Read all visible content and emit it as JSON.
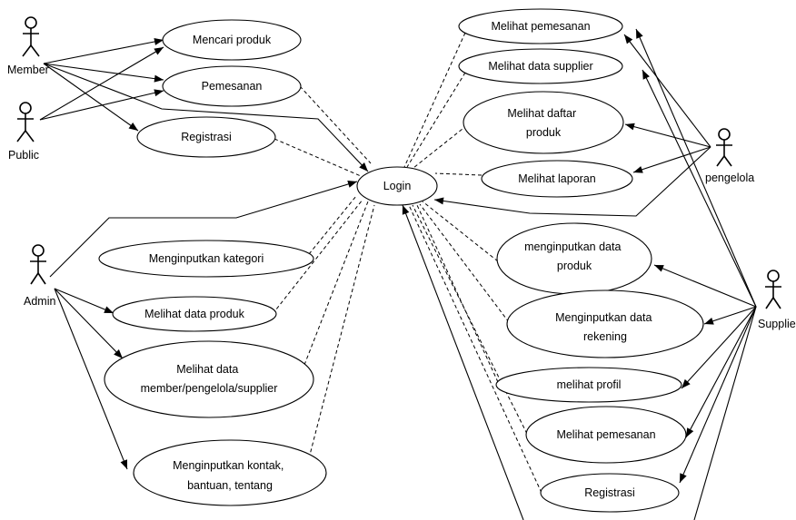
{
  "actors": {
    "member": "Member",
    "public": "Public",
    "admin": "Admin",
    "pengelola": "pengelola",
    "supplier": "Supplie"
  },
  "use_cases": {
    "mencari_produk": [
      "Mencari produk"
    ],
    "pemesanan": [
      "Pemesanan"
    ],
    "registrasi": [
      "Registrasi"
    ],
    "login": [
      "Login"
    ],
    "menginputkan_kategori": [
      "Menginputkan kategori"
    ],
    "melihat_data_produk": [
      "Melihat data produk"
    ],
    "melihat_data_member": [
      "Melihat data",
      "member/pengelola/supplier"
    ],
    "menginputkan_kontak": [
      "Menginputkan kontak,",
      "bantuan, tentang"
    ],
    "melihat_pemesanan_pengelola": [
      "Melihat pemesanan"
    ],
    "melihat_data_supplier": [
      "Melihat data supplier"
    ],
    "melihat_daftar_produk": [
      "Melihat daftar",
      "produk"
    ],
    "melihat_laporan": [
      "Melihat laporan"
    ],
    "menginputkan_data_produk": [
      "menginputkan data",
      "produk"
    ],
    "menginputkan_data_rekening": [
      "Menginputkan data",
      "rekening"
    ],
    "melihat_profil": [
      "melihat profil"
    ],
    "melihat_pemesanan_supplier": [
      "Melihat pemesanan"
    ],
    "registrasi_supplier": [
      "Registrasi"
    ]
  }
}
